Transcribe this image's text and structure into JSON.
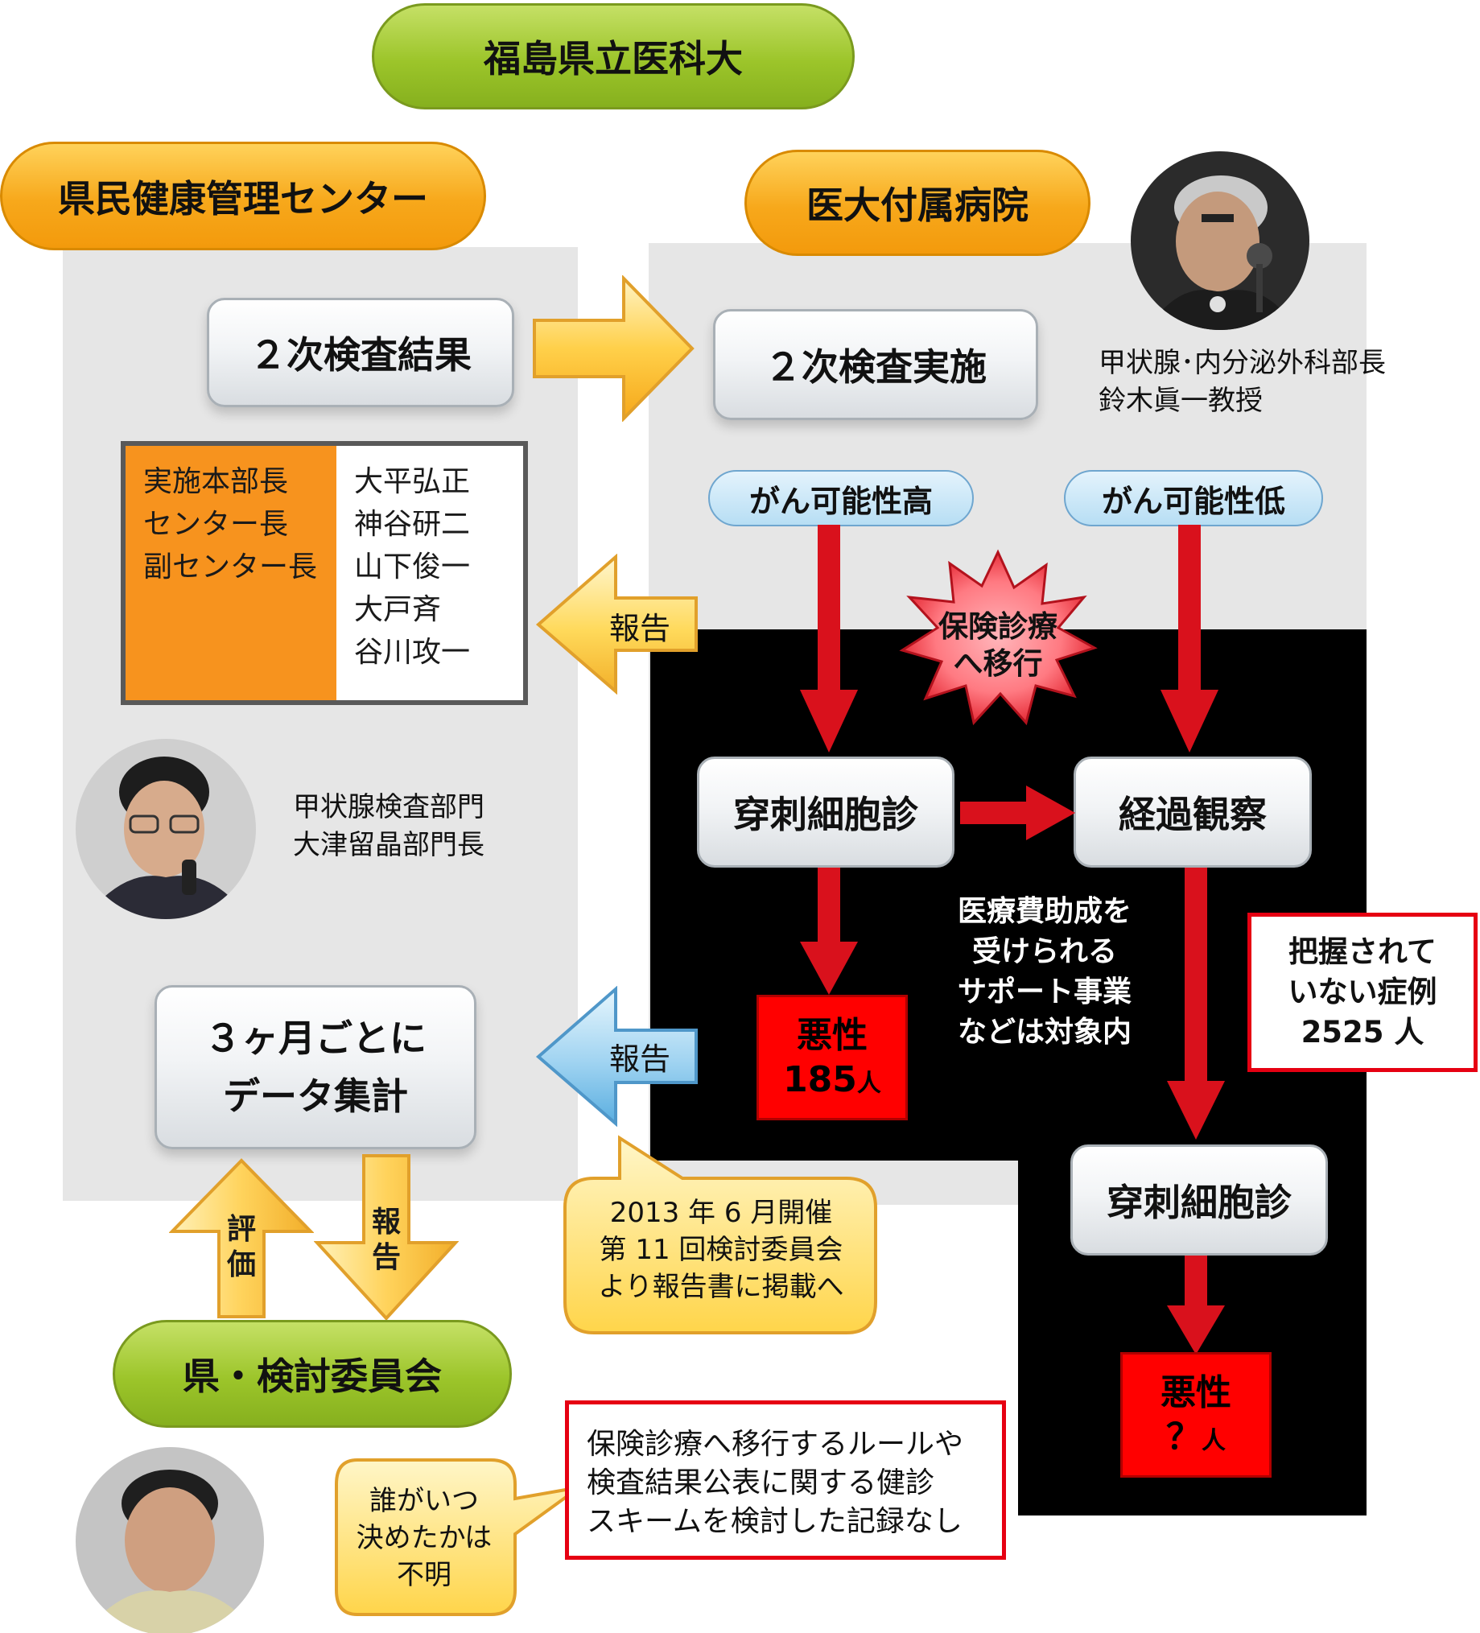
{
  "top_title": "福島県立医科大",
  "left_section": {
    "title": "県民健康管理センター",
    "exam_result_box": "２次検査結果",
    "staff_roles": [
      "実施本部長",
      "センター長",
      "副センター長"
    ],
    "staff_names": [
      "大平弘正",
      "神谷研二",
      "山下俊一",
      "大戸斉",
      "谷川攻一"
    ],
    "person_caption": [
      "甲状腺検査部門",
      "大津留晶部門長"
    ],
    "data_box": [
      "３ヶ月ごとに",
      "データ集計"
    ]
  },
  "right_section": {
    "title": "医大付属病院",
    "exam_box": "２次検査実施",
    "person_caption": [
      "甲状腺･内分泌外科部長",
      "鈴木眞一教授"
    ],
    "high_risk": "がん可能性高",
    "low_risk": "がん可能性低",
    "insurance_burst": [
      "保険診療",
      "へ移行"
    ],
    "fna_box": "穿刺細胞診",
    "observation_box": "経過観察",
    "support_note": [
      "医療費助成を",
      "受けられる",
      "サポート事業",
      "などは対象内"
    ],
    "malignant_1": {
      "label": "悪性",
      "count": "185",
      "unit": "人"
    },
    "unknown_cases": [
      "把握されて",
      "いない症例",
      "2525 人"
    ],
    "fna_box_2": "穿刺細胞診",
    "malignant_2": {
      "label": "悪性",
      "count": "？",
      "unit": "人"
    }
  },
  "report_arrow_1": "報告",
  "report_arrow_2": "報告",
  "evaluate_arrow": "評価",
  "report_arrow_3": "報告",
  "report_bubble": [
    "2013 年 6 月開催",
    "第 11 回検討委員会",
    "より報告書に掲載へ"
  ],
  "committee": "県・検討委員会",
  "question_bubble": [
    "誰がいつ",
    "決めたかは",
    "不明"
  ],
  "no_record_note": [
    "保険診療へ移行するルールや",
    "検査結果公表に関する健診",
    "スキームを検討した記録なし"
  ],
  "colors": {
    "green": "#9cc52a",
    "orange": "#f7a81b",
    "red_arrow": "#d9111c",
    "malignant_red": "#ff0000",
    "panel_gray": "#e6e6e6",
    "panel_black": "#000000"
  }
}
